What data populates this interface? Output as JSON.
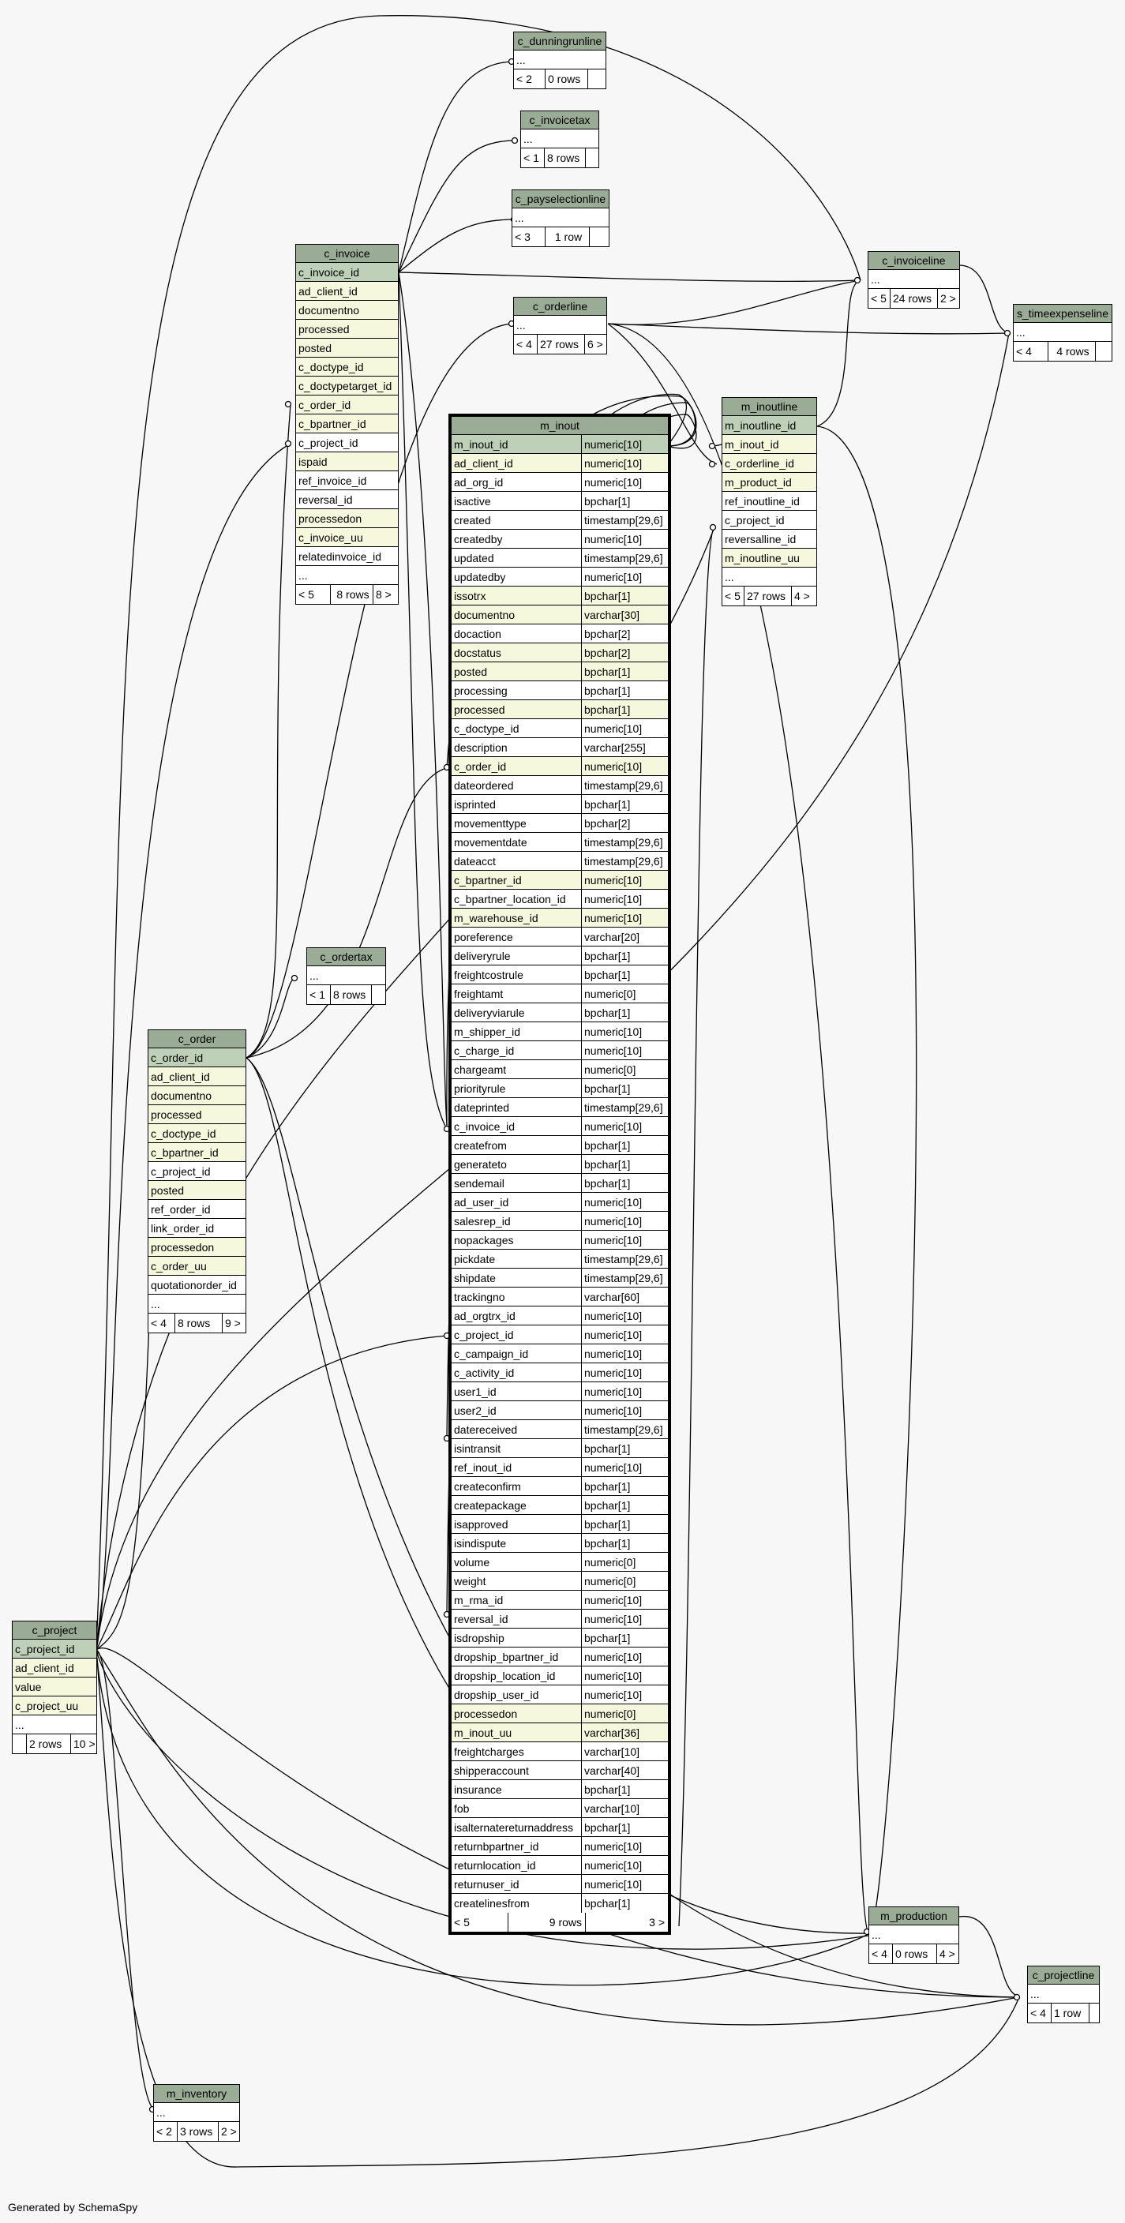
{
  "footer": "Generated by SchemaSpy",
  "tables": {
    "c_dunningrunline": {
      "title": "c_dunningrunline",
      "rows": [
        [
          "..."
        ]
      ],
      "foot": [
        "< 2",
        "0 rows",
        ""
      ]
    },
    "c_invoicetax": {
      "title": "c_invoicetax",
      "rows": [
        [
          "..."
        ]
      ],
      "foot": [
        "< 1",
        "8 rows",
        ""
      ]
    },
    "c_payselectionline": {
      "title": "c_payselectionline",
      "rows": [
        [
          "..."
        ]
      ],
      "foot": [
        "< 3",
        "1 row",
        ""
      ]
    },
    "c_invoice": {
      "title": "c_invoice",
      "rows": [
        [
          "c_invoice_id"
        ],
        [
          "ad_client_id"
        ],
        [
          "documentno"
        ],
        [
          "processed"
        ],
        [
          "posted"
        ],
        [
          "c_doctype_id"
        ],
        [
          "c_doctypetarget_id"
        ],
        [
          "c_order_id"
        ],
        [
          "c_bpartner_id"
        ],
        [
          "c_project_id"
        ],
        [
          "ispaid"
        ],
        [
          "ref_invoice_id"
        ],
        [
          "reversal_id"
        ],
        [
          "processedon"
        ],
        [
          "c_invoice_uu"
        ],
        [
          "relatedinvoice_id"
        ],
        [
          "..."
        ]
      ],
      "foot": [
        "< 5",
        "8 rows",
        "8 >"
      ]
    },
    "c_invoiceline": {
      "title": "c_invoiceline",
      "rows": [
        [
          "..."
        ]
      ],
      "foot": [
        "< 5",
        "24 rows",
        "2 >"
      ]
    },
    "s_timeexpenseline": {
      "title": "s_timeexpenseline",
      "rows": [
        [
          "..."
        ]
      ],
      "foot": [
        "< 4",
        "4 rows",
        ""
      ]
    },
    "c_orderline": {
      "title": "c_orderline",
      "rows": [
        [
          "..."
        ]
      ],
      "foot": [
        "< 4",
        "27 rows",
        "6 >"
      ]
    },
    "m_inoutline": {
      "title": "m_inoutline",
      "rows": [
        [
          "m_inoutline_id"
        ],
        [
          "m_inout_id"
        ],
        [
          "c_orderline_id"
        ],
        [
          "m_product_id"
        ],
        [
          "ref_inoutline_id"
        ],
        [
          "c_project_id"
        ],
        [
          "reversalline_id"
        ],
        [
          "m_inoutline_uu"
        ],
        [
          "..."
        ]
      ],
      "foot": [
        "< 5",
        "27 rows",
        "4 >"
      ]
    },
    "m_inout": {
      "title": "m_inout",
      "rows": [
        [
          "m_inout_id",
          "numeric[10]"
        ],
        [
          "ad_client_id",
          "numeric[10]"
        ],
        [
          "ad_org_id",
          "numeric[10]"
        ],
        [
          "isactive",
          "bpchar[1]"
        ],
        [
          "created",
          "timestamp[29,6]"
        ],
        [
          "createdby",
          "numeric[10]"
        ],
        [
          "updated",
          "timestamp[29,6]"
        ],
        [
          "updatedby",
          "numeric[10]"
        ],
        [
          "issotrx",
          "bpchar[1]"
        ],
        [
          "documentno",
          "varchar[30]"
        ],
        [
          "docaction",
          "bpchar[2]"
        ],
        [
          "docstatus",
          "bpchar[2]"
        ],
        [
          "posted",
          "bpchar[1]"
        ],
        [
          "processing",
          "bpchar[1]"
        ],
        [
          "processed",
          "bpchar[1]"
        ],
        [
          "c_doctype_id",
          "numeric[10]"
        ],
        [
          "description",
          "varchar[255]"
        ],
        [
          "c_order_id",
          "numeric[10]"
        ],
        [
          "dateordered",
          "timestamp[29,6]"
        ],
        [
          "isprinted",
          "bpchar[1]"
        ],
        [
          "movementtype",
          "bpchar[2]"
        ],
        [
          "movementdate",
          "timestamp[29,6]"
        ],
        [
          "dateacct",
          "timestamp[29,6]"
        ],
        [
          "c_bpartner_id",
          "numeric[10]"
        ],
        [
          "c_bpartner_location_id",
          "numeric[10]"
        ],
        [
          "m_warehouse_id",
          "numeric[10]"
        ],
        [
          "poreference",
          "varchar[20]"
        ],
        [
          "deliveryrule",
          "bpchar[1]"
        ],
        [
          "freightcostrule",
          "bpchar[1]"
        ],
        [
          "freightamt",
          "numeric[0]"
        ],
        [
          "deliveryviarule",
          "bpchar[1]"
        ],
        [
          "m_shipper_id",
          "numeric[10]"
        ],
        [
          "c_charge_id",
          "numeric[10]"
        ],
        [
          "chargeamt",
          "numeric[0]"
        ],
        [
          "priorityrule",
          "bpchar[1]"
        ],
        [
          "dateprinted",
          "timestamp[29,6]"
        ],
        [
          "c_invoice_id",
          "numeric[10]"
        ],
        [
          "createfrom",
          "bpchar[1]"
        ],
        [
          "generateto",
          "bpchar[1]"
        ],
        [
          "sendemail",
          "bpchar[1]"
        ],
        [
          "ad_user_id",
          "numeric[10]"
        ],
        [
          "salesrep_id",
          "numeric[10]"
        ],
        [
          "nopackages",
          "numeric[10]"
        ],
        [
          "pickdate",
          "timestamp[29,6]"
        ],
        [
          "shipdate",
          "timestamp[29,6]"
        ],
        [
          "trackingno",
          "varchar[60]"
        ],
        [
          "ad_orgtrx_id",
          "numeric[10]"
        ],
        [
          "c_project_id",
          "numeric[10]"
        ],
        [
          "c_campaign_id",
          "numeric[10]"
        ],
        [
          "c_activity_id",
          "numeric[10]"
        ],
        [
          "user1_id",
          "numeric[10]"
        ],
        [
          "user2_id",
          "numeric[10]"
        ],
        [
          "datereceived",
          "timestamp[29,6]"
        ],
        [
          "isintransit",
          "bpchar[1]"
        ],
        [
          "ref_inout_id",
          "numeric[10]"
        ],
        [
          "createconfirm",
          "bpchar[1]"
        ],
        [
          "createpackage",
          "bpchar[1]"
        ],
        [
          "isapproved",
          "bpchar[1]"
        ],
        [
          "isindispute",
          "bpchar[1]"
        ],
        [
          "volume",
          "numeric[0]"
        ],
        [
          "weight",
          "numeric[0]"
        ],
        [
          "m_rma_id",
          "numeric[10]"
        ],
        [
          "reversal_id",
          "numeric[10]"
        ],
        [
          "isdropship",
          "bpchar[1]"
        ],
        [
          "dropship_bpartner_id",
          "numeric[10]"
        ],
        [
          "dropship_location_id",
          "numeric[10]"
        ],
        [
          "dropship_user_id",
          "numeric[10]"
        ],
        [
          "processedon",
          "numeric[0]"
        ],
        [
          "m_inout_uu",
          "varchar[36]"
        ],
        [
          "freightcharges",
          "varchar[10]"
        ],
        [
          "shipperaccount",
          "varchar[40]"
        ],
        [
          "insurance",
          "bpchar[1]"
        ],
        [
          "fob",
          "varchar[10]"
        ],
        [
          "isalternatereturnaddress",
          "bpchar[1]"
        ],
        [
          "returnbpartner_id",
          "numeric[10]"
        ],
        [
          "returnlocation_id",
          "numeric[10]"
        ],
        [
          "returnuser_id",
          "numeric[10]"
        ],
        [
          "createlinesfrom",
          "bpchar[1]"
        ]
      ],
      "foot": [
        "< 5",
        "9 rows",
        "3 >"
      ]
    },
    "c_ordertax": {
      "title": "c_ordertax",
      "rows": [
        [
          "..."
        ]
      ],
      "foot": [
        "< 1",
        "8 rows",
        ""
      ]
    },
    "c_order": {
      "title": "c_order",
      "rows": [
        [
          "c_order_id"
        ],
        [
          "ad_client_id"
        ],
        [
          "documentno"
        ],
        [
          "processed"
        ],
        [
          "c_doctype_id"
        ],
        [
          "c_bpartner_id"
        ],
        [
          "c_project_id"
        ],
        [
          "posted"
        ],
        [
          "ref_order_id"
        ],
        [
          "link_order_id"
        ],
        [
          "processedon"
        ],
        [
          "c_order_uu"
        ],
        [
          "quotationorder_id"
        ],
        [
          "..."
        ]
      ],
      "foot": [
        "< 4",
        "8 rows",
        "9 >"
      ]
    },
    "c_project": {
      "title": "c_project",
      "rows": [
        [
          "c_project_id"
        ],
        [
          "ad_client_id"
        ],
        [
          "value"
        ],
        [
          "c_project_uu"
        ],
        [
          "..."
        ]
      ],
      "foot": [
        "",
        "2 rows",
        "10 >"
      ]
    },
    "m_production": {
      "title": "m_production",
      "rows": [
        [
          "..."
        ]
      ],
      "foot": [
        "< 4",
        "0 rows",
        "4 >"
      ]
    },
    "c_projectline": {
      "title": "c_projectline",
      "rows": [
        [
          "..."
        ]
      ],
      "foot": [
        "< 4",
        "1 row",
        ""
      ]
    },
    "m_inventory": {
      "title": "m_inventory",
      "rows": [
        [
          "..."
        ]
      ],
      "foot": [
        "< 2",
        "3 rows",
        "2 >"
      ]
    }
  }
}
